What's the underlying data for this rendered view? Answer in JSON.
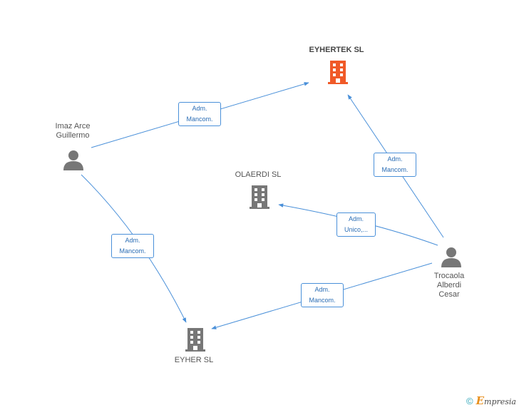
{
  "nodes": {
    "eyhertek": {
      "label": "EYHERTEK SL",
      "type": "company",
      "color": "#f05a28",
      "icon": "building-icon"
    },
    "olaerdi": {
      "label": "OLAERDI SL",
      "type": "company",
      "color": "#777777",
      "icon": "building-icon"
    },
    "eyher": {
      "label": "EYHER SL",
      "type": "company",
      "color": "#777777",
      "icon": "building-icon"
    },
    "imaz": {
      "label_line1": "Imaz Arce",
      "label_line2": "Guillermo",
      "type": "person",
      "color": "#777777",
      "icon": "person-icon"
    },
    "trocaola": {
      "label_line1": "Trocaola",
      "label_line2": "Alberdi",
      "label_line3": "Cesar",
      "type": "person",
      "color": "#777777",
      "icon": "person-icon"
    }
  },
  "edges": {
    "imaz_eyhertek": {
      "line1": "Adm.",
      "line2": "Mancom."
    },
    "trocaola_eyhertek": {
      "line1": "Adm.",
      "line2": "Mancom."
    },
    "trocaola_olaerdi": {
      "line1": "Adm.",
      "line2": "Unico,..."
    },
    "imaz_eyher": {
      "line1": "Adm.",
      "line2": "Mancom."
    },
    "trocaola_eyher": {
      "line1": "Adm.",
      "line2": "Mancom."
    }
  },
  "colors": {
    "edge": "#4a90d9",
    "accent_company": "#f05a28",
    "neutral": "#777777"
  },
  "footer": {
    "copyright": "©",
    "brand_initial": "E",
    "brand_rest": "mpresia"
  }
}
